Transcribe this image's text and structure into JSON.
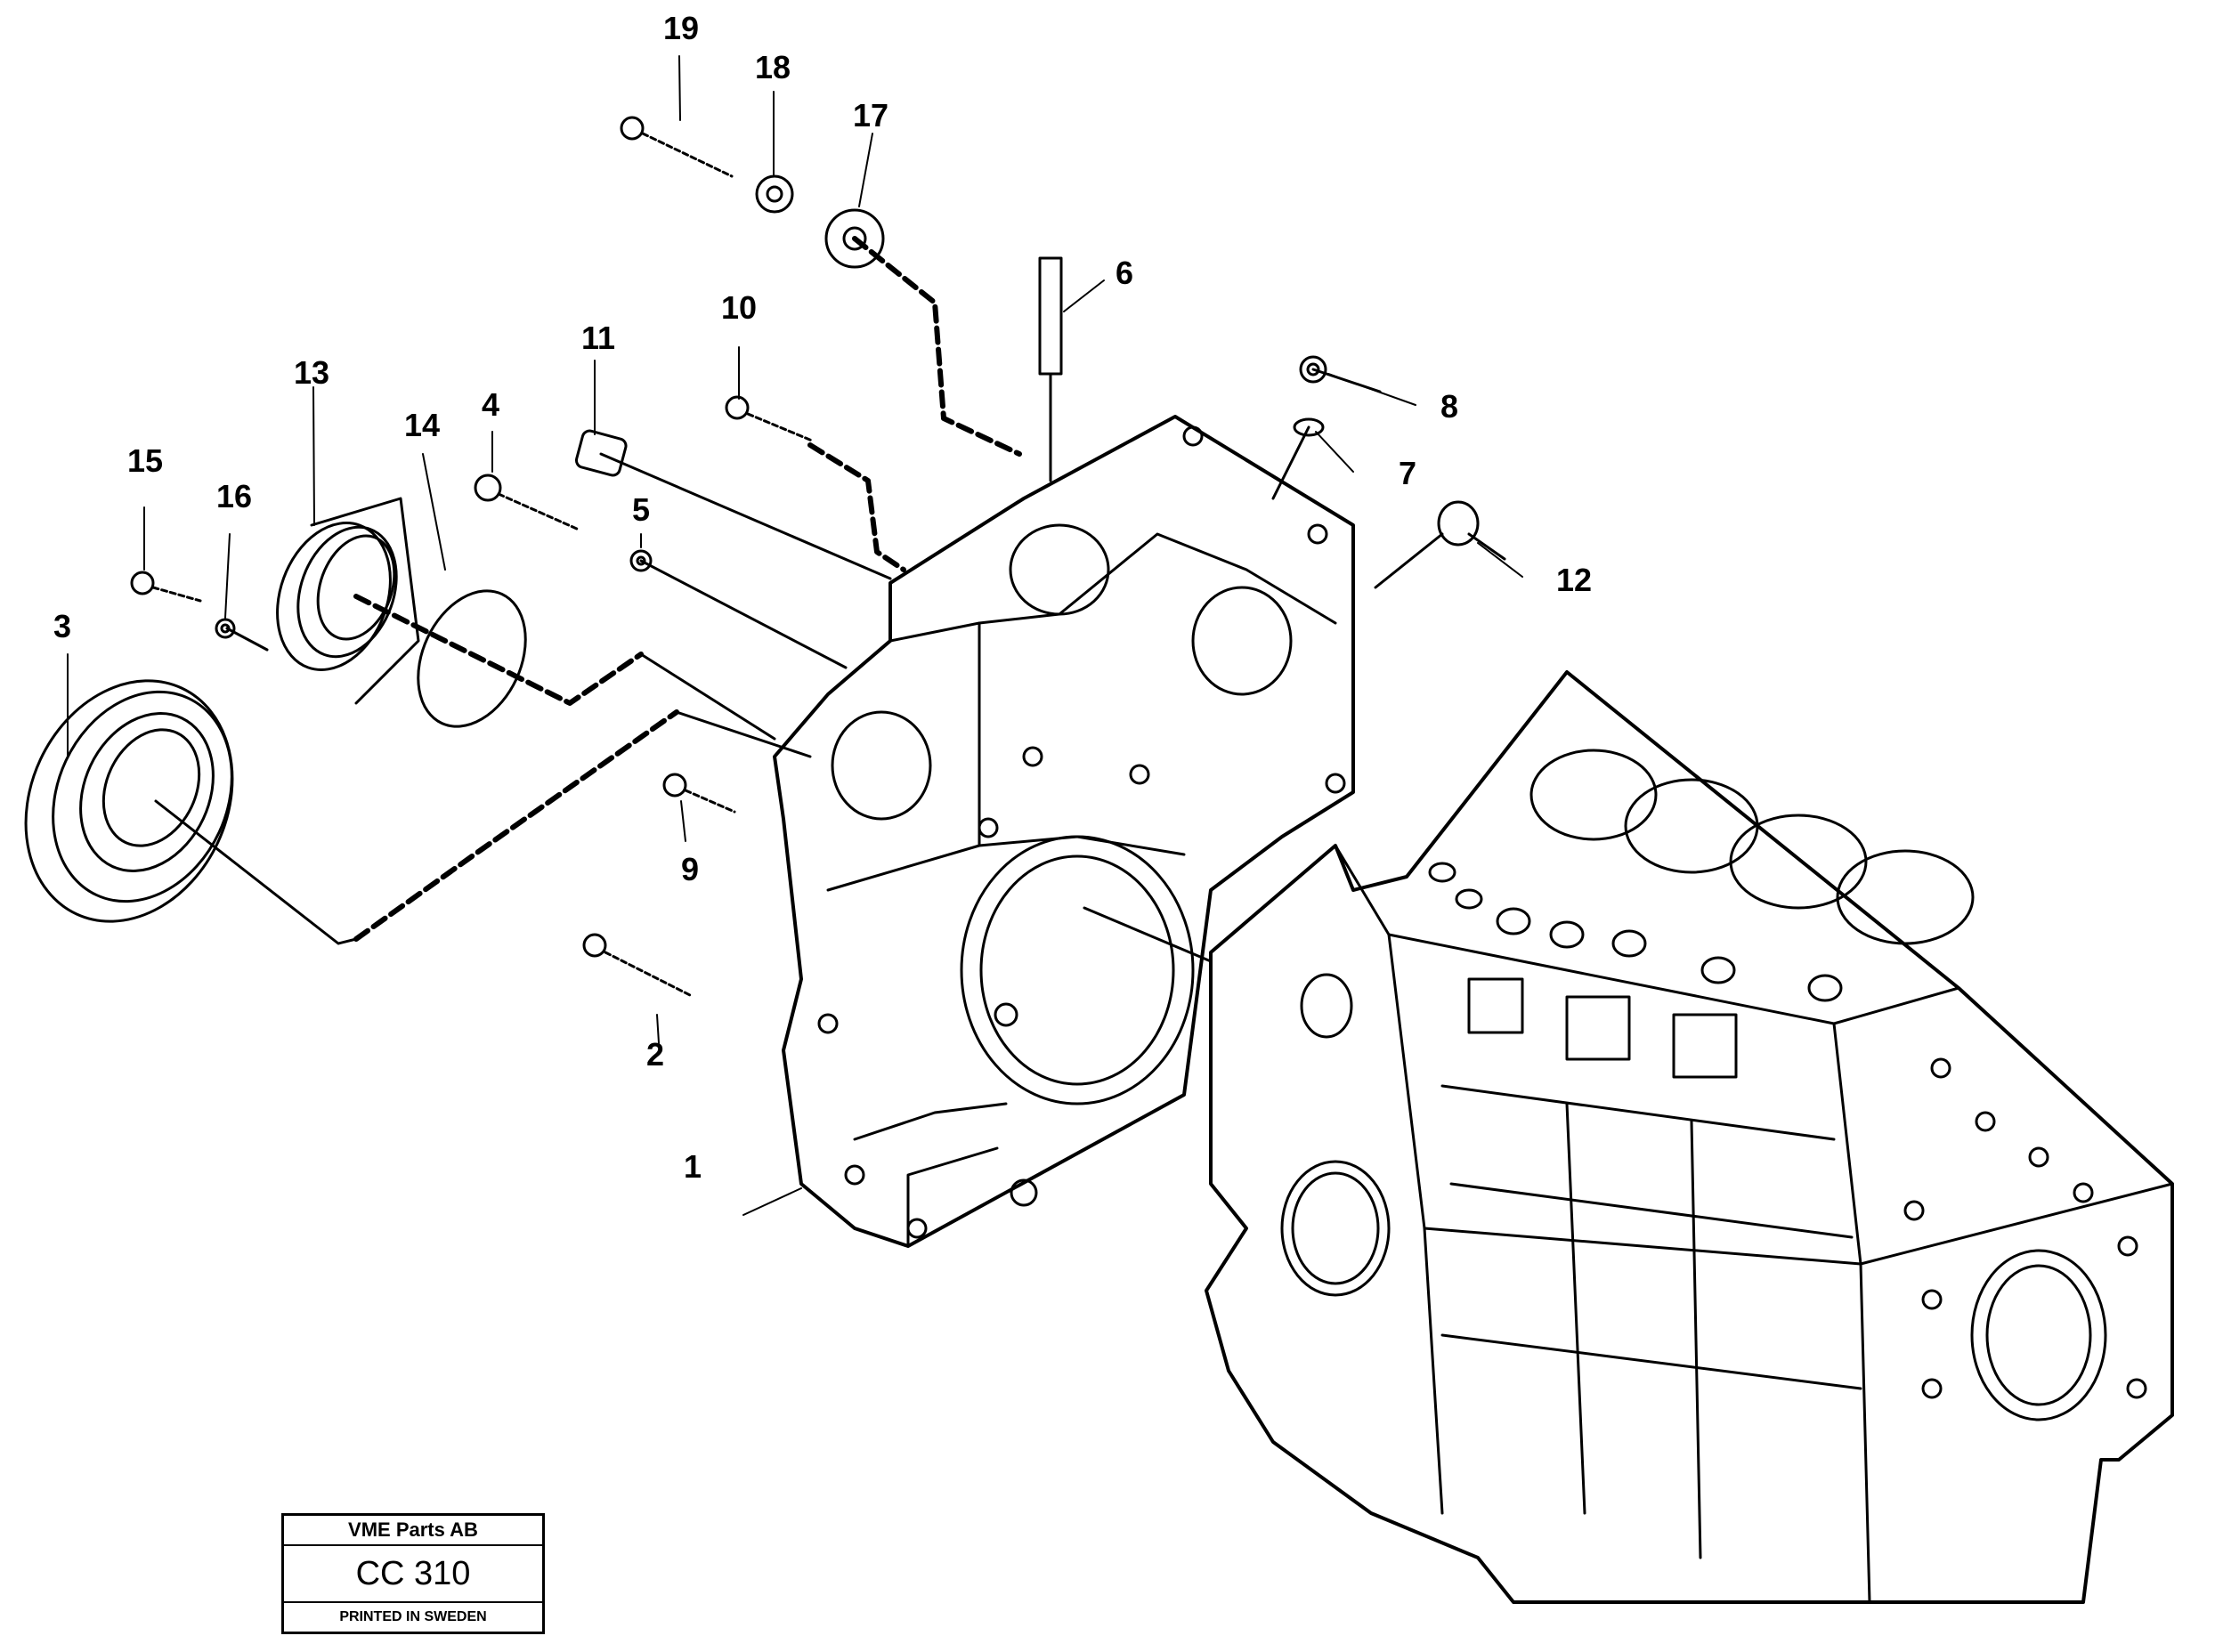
{
  "diagram": {
    "callouts": [
      {
        "key": "1",
        "label": "1"
      },
      {
        "key": "2",
        "label": "2"
      },
      {
        "key": "3",
        "label": "3"
      },
      {
        "key": "4",
        "label": "4"
      },
      {
        "key": "5",
        "label": "5"
      },
      {
        "key": "6",
        "label": "6"
      },
      {
        "key": "7",
        "label": "7"
      },
      {
        "key": "8",
        "label": "8"
      },
      {
        "key": "9",
        "label": "9"
      },
      {
        "key": "10",
        "label": "10"
      },
      {
        "key": "11",
        "label": "11"
      },
      {
        "key": "12",
        "label": "12"
      },
      {
        "key": "13",
        "label": "13"
      },
      {
        "key": "14",
        "label": "14"
      },
      {
        "key": "15",
        "label": "15"
      },
      {
        "key": "16",
        "label": "16"
      },
      {
        "key": "17",
        "label": "17"
      },
      {
        "key": "18",
        "label": "18"
      },
      {
        "key": "19",
        "label": "19"
      }
    ]
  },
  "title_block": {
    "company": "VME Parts AB",
    "code": "CC 310",
    "printed": "PRINTED IN SWEDEN"
  },
  "colors": {
    "ink": "#000000",
    "paper": "#ffffff"
  }
}
